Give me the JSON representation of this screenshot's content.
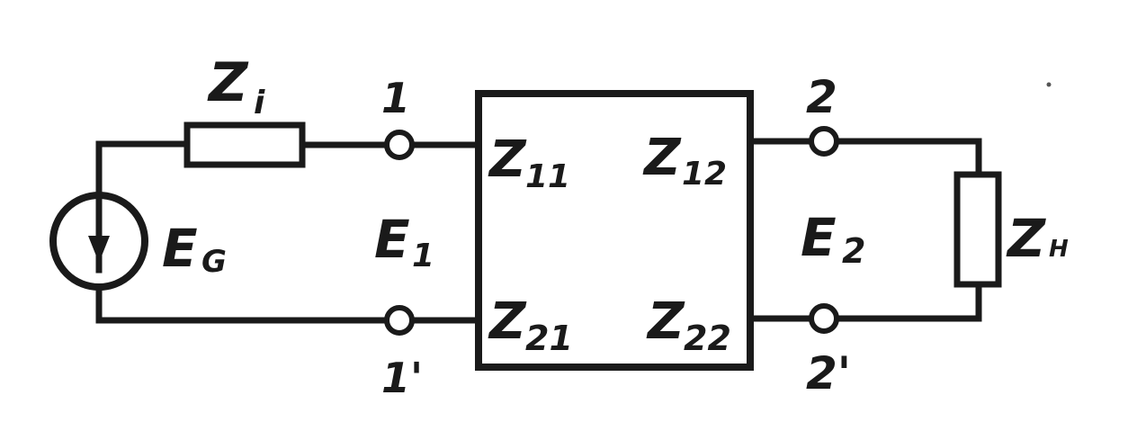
{
  "diagram": {
    "labels": {
      "source_resistor_main": "Z",
      "source_resistor_sub": "i",
      "source_main": "E",
      "source_sub": "G",
      "port1_voltage_main": "E",
      "port1_voltage_sub": "1",
      "port2_voltage_main": "E",
      "port2_voltage_sub": "2",
      "load_main": "Z",
      "load_sub": "H",
      "terminal_1": "1",
      "terminal_1_prime": "1'",
      "terminal_2": "2",
      "terminal_2_prime": "2'",
      "z11_main": "Z",
      "z11_sub": "11",
      "z12_main": "Z",
      "z12_sub": "12",
      "z21_main": "Z",
      "z21_sub": "21",
      "z22_main": "Z",
      "z22_sub": "22"
    }
  }
}
